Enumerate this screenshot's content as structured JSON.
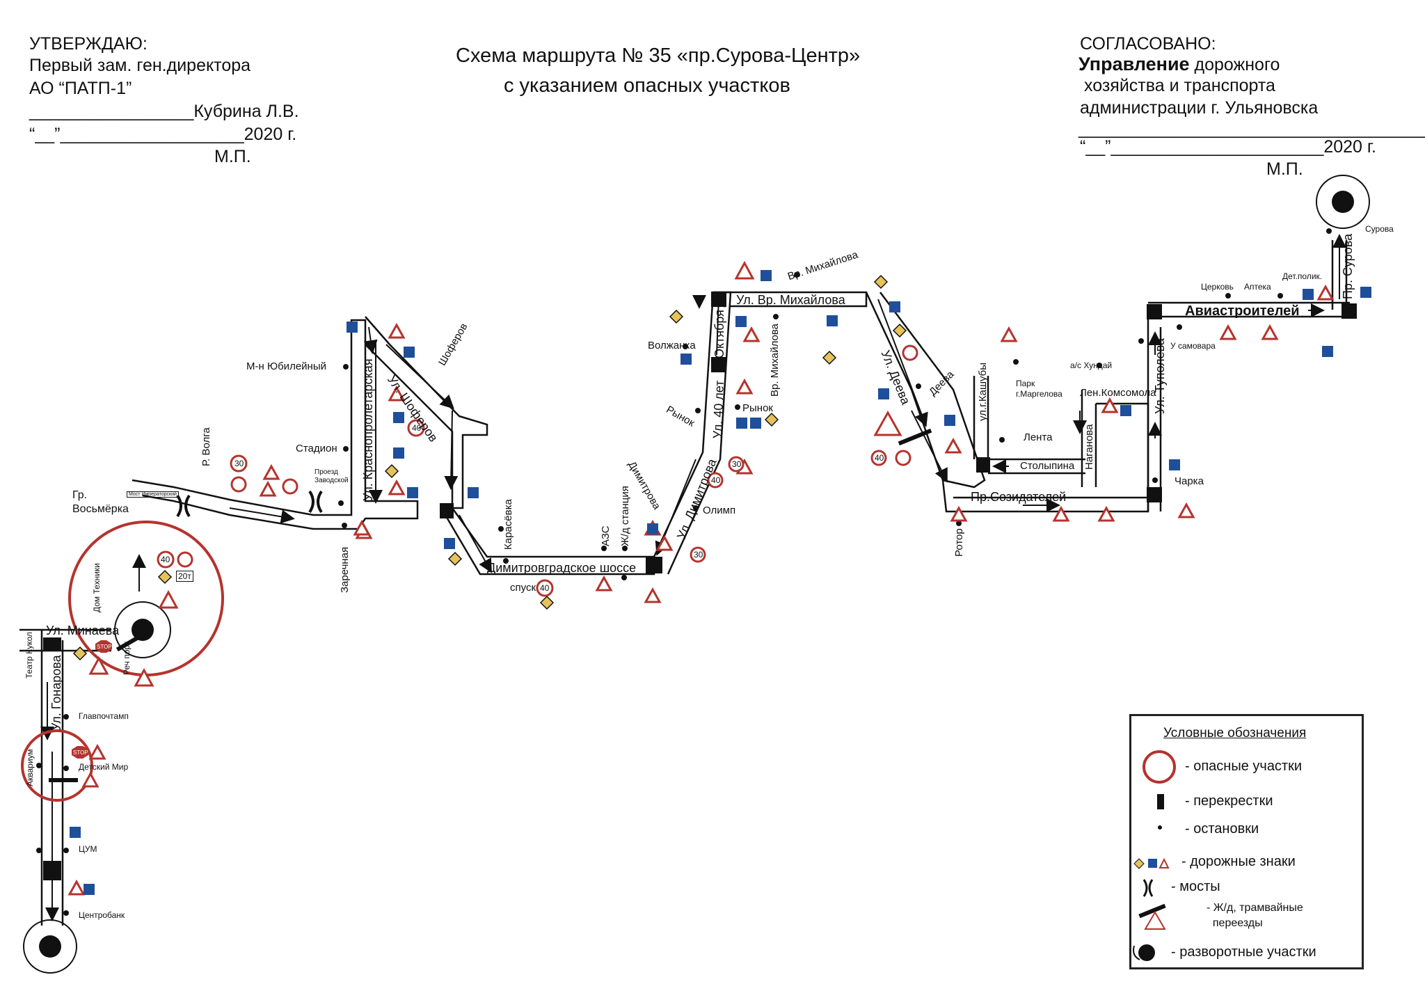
{
  "approve": {
    "title": "УТВЕРЖДАЮ:",
    "line1": "Первый зам. ген.директора",
    "line2": "АО “ПАТП-1”",
    "sign_line": "_________________Кубрина  Л.В.",
    "date_line": "“__”___________________2020 г.",
    "seal": "М.П."
  },
  "title": {
    "line1": "Схема маршрута № 35 «пр.Сурова-Центр»",
    "line2": "с указанием опасных участков"
  },
  "agreed": {
    "title": "СОГЛАСОВАНО:",
    "line1_bold": "Управление",
    "line1_rest": " дорожного",
    "line2": "хозяйства и транспорта",
    "line3": "администрации г. Ульяновска",
    "sign_line": "_____________________________________",
    "date_line": "“__”______________________2020 г.",
    "seal": "М.П."
  },
  "streets": {
    "minaeva": "Ул. Минаева",
    "goncharova": "Ул. Гонарова",
    "krasnoproletarskaya": "Ул. Краснопролетарская",
    "shoferov_street": "Ул. Шоферов",
    "dimitrovgrad_highway": "Димитровградское шоссе",
    "dimitrova": "Ул. Димитрова",
    "let40": "Ул. 40 лет",
    "oktyabrya": "Октября",
    "vr_mikhaylova": "Ул. Вр. Михайлова",
    "deeva": "Ул. Деева",
    "sozidateley": "Пр.Созидателей",
    "aviastroiteley": "Авиастроителей",
    "tupoleva": "Ул. Туполева",
    "surova": "Пр. Сурова",
    "kashuby": "ул.г.Кашубы",
    "naganova": "Наганова",
    "len_komsomola": "Лен.Комсомола",
    "stolypina": "Столыпина"
  },
  "places": {
    "volga": "Р. Волга",
    "vosmerka": "Гр.\nВосьмёрка",
    "bridge_small": "Мост Императорский",
    "mn_yubileyny": "М-н Юбилейный",
    "stadion": "Стадион",
    "proezd_zavodskoy": "Проезд Заводской",
    "zarechnaya": "Заречная",
    "shoferov": "Шоферов",
    "karasevka": "Карасёвка",
    "azs": "АЗС",
    "zd_stanciya": "Ж/д станция",
    "spusk": "спуск",
    "dimitrova_stop": "Димитрова",
    "rynok1": "Рынок",
    "rynok2": "Рынок",
    "volzhanka": "Волжанка",
    "olimp": "Олимп",
    "vr_mikhaylova_stop1": "Вр. Михайлова",
    "vr_mikhaylova_stop2": "Вр. Михайлова",
    "deeva_stop": "Деева",
    "rotor": "Ротор",
    "lenta": "Лента",
    "park_margelova": "Парк\nг.Маргелова",
    "ac_hyundai": "а/с Хундай",
    "charka": "Чарка",
    "u_samovara": "У самовара",
    "cerkov": "Церковь",
    "apteka": "Аптека",
    "det_polik": "Дет.полик.",
    "surova_stop": "Сурова",
    "dom_tehniki": "Дом Техники",
    "rech_port": "Реч порт",
    "teatr_kukol": "Театр Кукол",
    "glavpochtamp": "Главпочтамп",
    "akvarium": "Аквариум",
    "detsky_mir": "Детский Мир",
    "cum": "ЦУМ",
    "centrobank": "Центробанк"
  },
  "signs": {
    "speed40": "40",
    "speed30": "30",
    "weight20": "20т",
    "stop": "STOP"
  },
  "legend": {
    "title": "Условные обозначения",
    "items": [
      "- опасные участки",
      "- перекрестки",
      "- остановки",
      "- дорожные знаки",
      "- мосты",
      "- Ж/д, трамвайные\n  переезды",
      "- разворотные участки"
    ]
  },
  "colors": {
    "danger": "#b5332e",
    "sign_blue": "#1f4f9a",
    "sign_yellow": "#e6c25a",
    "ink": "#111111"
  }
}
